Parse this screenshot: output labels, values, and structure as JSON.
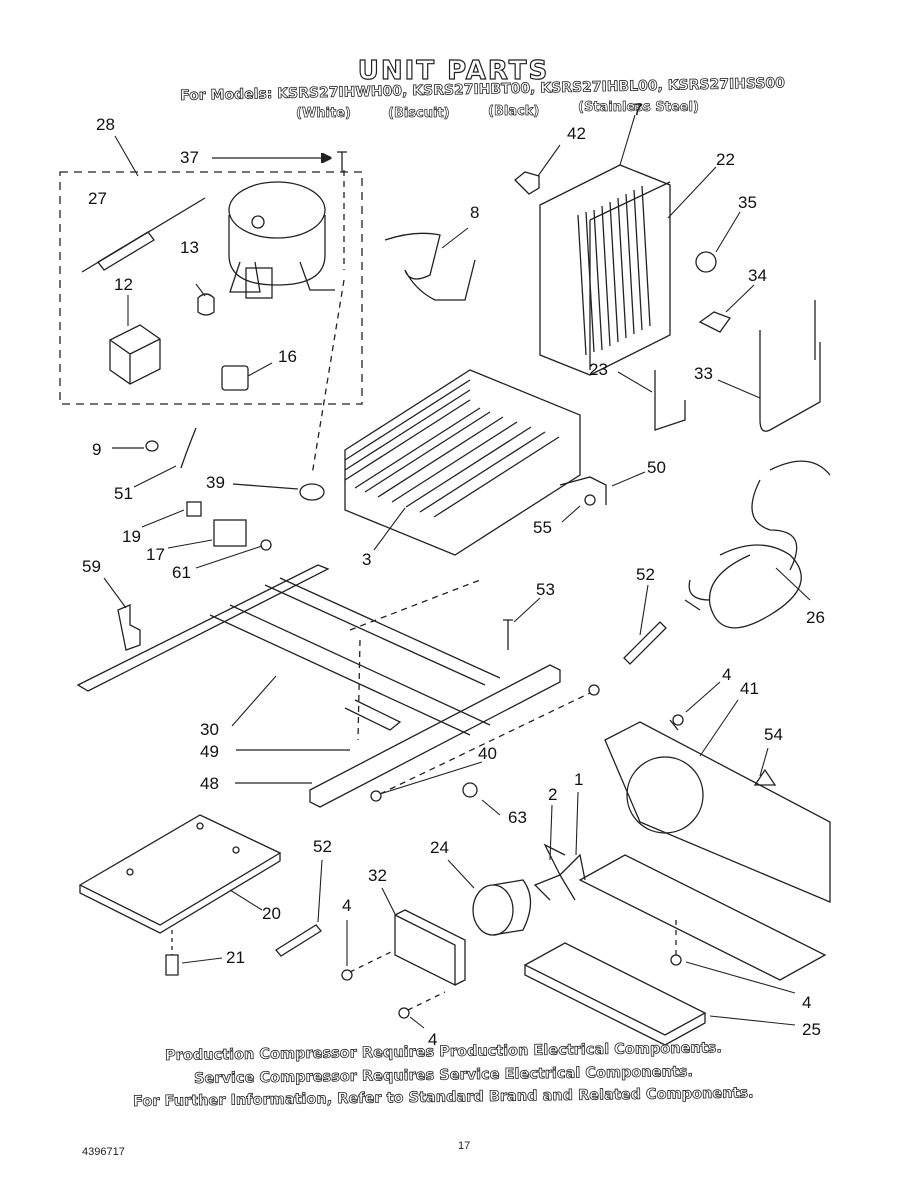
{
  "header": {
    "title": "UNIT PARTS",
    "models_line": "For Models: KSRS27IHWH00, KSRS27IHBT00, KSRS27IHBL00, KSRS27IHSS00",
    "colors": [
      "(White)",
      "(Biscuit)",
      "(Black)",
      "(Stainless Steel)"
    ]
  },
  "callouts": {
    "c28": "28",
    "c37": "37",
    "c27": "27",
    "c13": "13",
    "c12": "12",
    "c16": "16",
    "c8": "8",
    "c42": "42",
    "c7": "7",
    "c22": "22",
    "c35": "35",
    "c34": "34",
    "c23": "23",
    "c33": "33",
    "c9": "9",
    "c51": "51",
    "c39": "39",
    "c19": "19",
    "c17": "17",
    "c61": "61",
    "c59": "59",
    "c3": "3",
    "c50": "50",
    "c55": "55",
    "c53": "53",
    "c52a": "52",
    "c26": "26",
    "c4a": "4",
    "c41": "41",
    "c54": "54",
    "c30": "30",
    "c49": "49",
    "c40": "40",
    "c48": "48",
    "c1": "1",
    "c2": "2",
    "c63": "63",
    "c52b": "52",
    "c24": "24",
    "c32": "32",
    "c4b": "4",
    "c20": "20",
    "c21": "21",
    "c4c": "4",
    "c25": "25",
    "c4d": "4"
  },
  "notes": [
    "Production Compressor Requires Production Electrical Components.",
    "Service Compressor Requires Service Electrical Components.",
    "For Further Information, Refer to Standard Brand and Related Components."
  ],
  "footer": {
    "doc_number": "4396717",
    "page_number": "17"
  }
}
